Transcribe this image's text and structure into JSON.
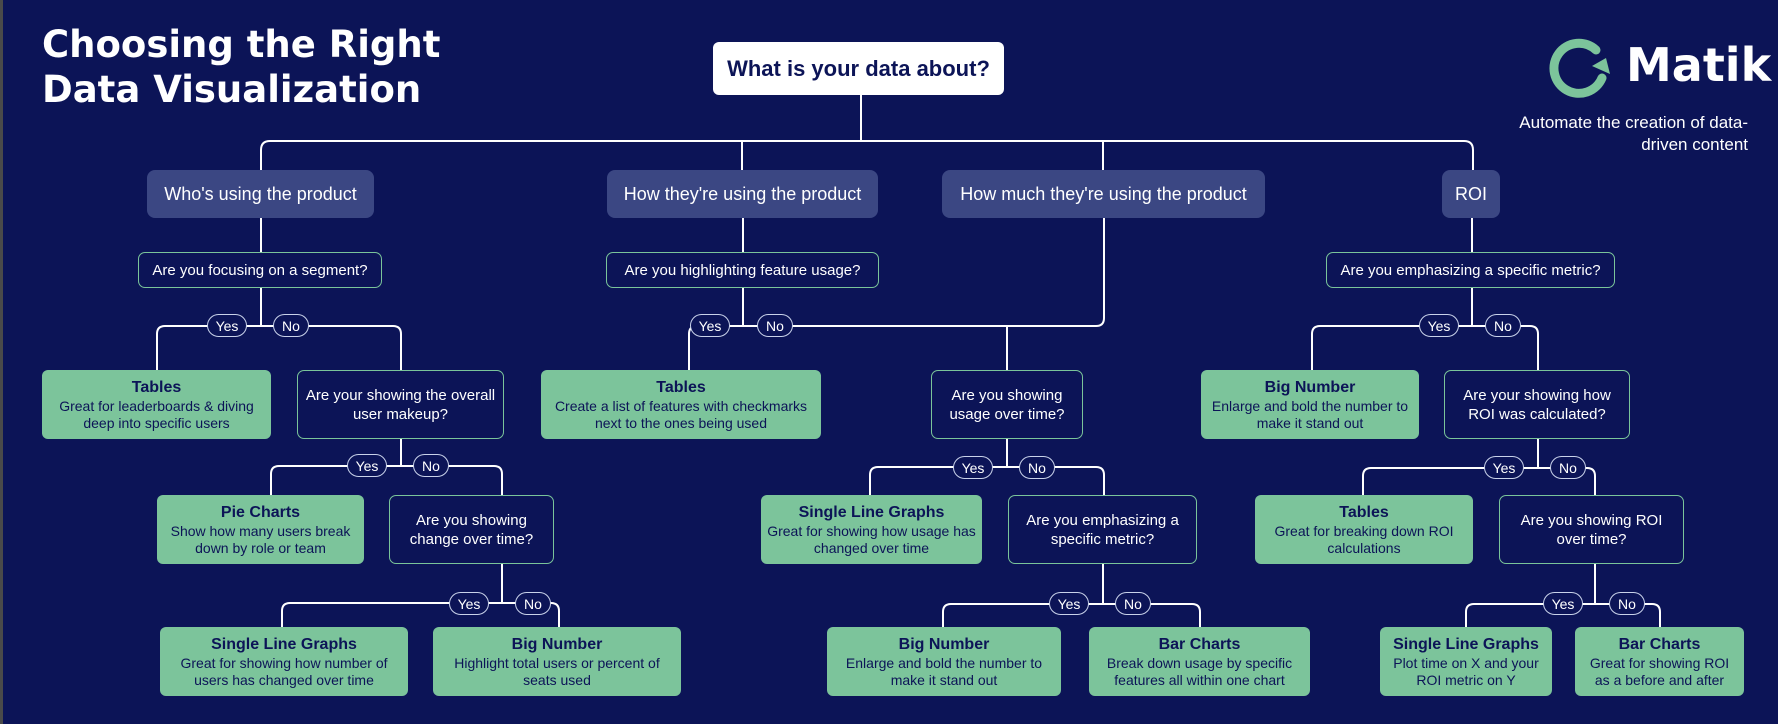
{
  "title": "Choosing the Right Data Visualization",
  "root": "What is your data about?",
  "brand": {
    "name": "Matik",
    "tagline": "Automate the creation of data-driven content",
    "icon_color": "#7cc49b"
  },
  "colors": {
    "background": "#0c1457",
    "category": "#3b4783",
    "answer": "#7cc49b",
    "question_border": "#7ac49a"
  },
  "categories": [
    "Who's using the product",
    "How they're using the product",
    "How much they're using the product",
    "ROI"
  ],
  "questions": {
    "segment": "Are you focusing on a segment?",
    "makeup": "Are your showing the overall user makeup?",
    "change": "Are you showing change over time?",
    "feature": "Are you highlighting feature usage?",
    "usage_time": "Are you showing usage over time?",
    "specific_usage": "Are you emphasizing a specific metric?",
    "roi_metric": "Are you emphasizing a specific metric?",
    "roi_calc": "Are your showing how ROI was calculated?",
    "roi_time": "Are you showing ROI over time?"
  },
  "pills": {
    "yes": "Yes",
    "no": "No"
  },
  "answers": {
    "tables_leader": {
      "title": "Tables",
      "desc": "Great for leaderboards & diving deep into specific users"
    },
    "pie": {
      "title": "Pie Charts",
      "desc": "Show how many users break down by role or team"
    },
    "line_users": {
      "title": "Single Line Graphs",
      "desc": "Great for showing how number of users has changed over time"
    },
    "bignum_users": {
      "title": "Big Number",
      "desc": "Highlight total users or percent of seats used"
    },
    "tables_features": {
      "title": "Tables",
      "desc": "Create a list of features with checkmarks next to the ones being used"
    },
    "line_usage": {
      "title": "Single Line Graphs",
      "desc": "Great for showing how usage has changed over time"
    },
    "bignum_usage": {
      "title": "Big Number",
      "desc": "Enlarge and bold the number to make it stand out"
    },
    "bar_usage": {
      "title": "Bar Charts",
      "desc": "Break down usage by specific features all within one chart"
    },
    "bignum_roi": {
      "title": "Big Number",
      "desc": "Enlarge and bold the number to make it stand out"
    },
    "tables_roi": {
      "title": "Tables",
      "desc": "Great for breaking down ROI calculations"
    },
    "line_roi": {
      "title": "Single Line Graphs",
      "desc": "Plot time on X and your ROI metric on Y"
    },
    "bar_roi": {
      "title": "Bar Charts",
      "desc": "Great for showing ROI as a before and after"
    }
  }
}
